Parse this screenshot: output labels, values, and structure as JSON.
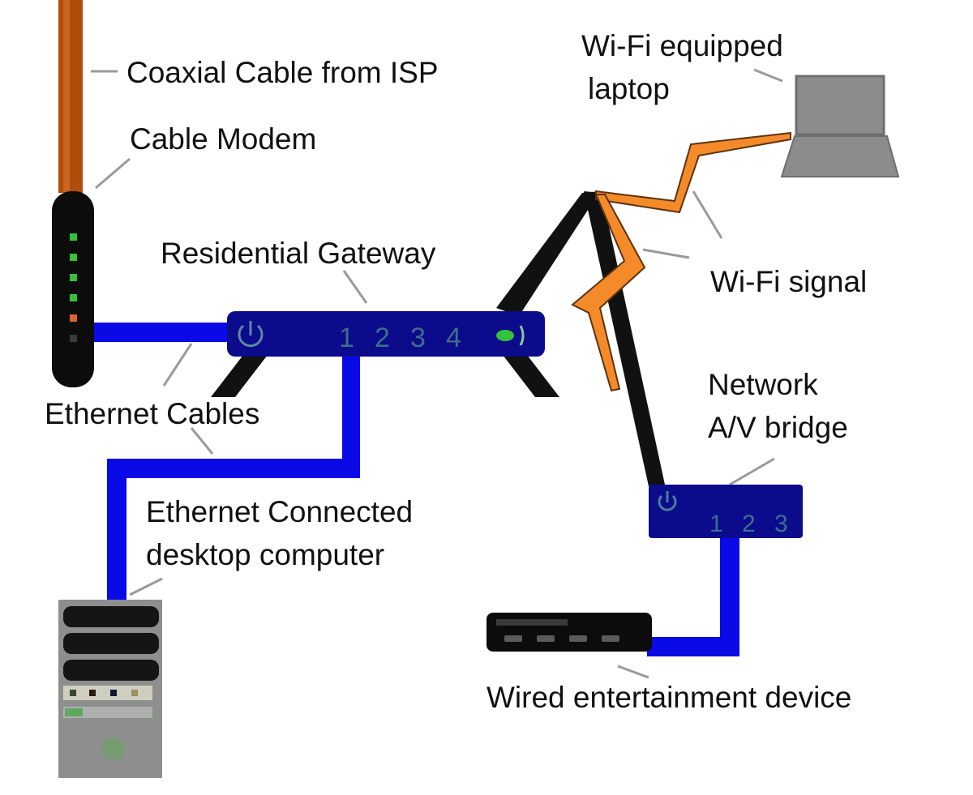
{
  "title": "Home network with cable modem, residential gateway and Wi-Fi",
  "colors": {
    "ethernet_cable": "#0a0ae6",
    "coax_cable": "#b04d0c",
    "wifi_signal": "#f58a2a",
    "gateway_body": "#0b0b8c",
    "device_black": "#0c0c0c",
    "led_green": "#35c23a",
    "led_orange": "#e0632a",
    "laptop_gray": "#8c8c8c",
    "tower_gray": "#8e8e8e",
    "leader_line": "#9a9a9a"
  },
  "labels": {
    "coax": "Coaxial Cable from ISP",
    "modem": "Cable Modem",
    "gateway": "Residential Gateway",
    "ethernet_cables": "Ethernet Cables",
    "desktop_line1": "Ethernet Connected",
    "desktop_line2": "desktop computer",
    "laptop_line1": "Wi-Fi equipped",
    "laptop_line2": "laptop",
    "wifi_signal": "Wi-Fi signal",
    "bridge_line1": "Network",
    "bridge_line2": "A/V bridge",
    "entertainment": "Wired entertainment device"
  },
  "gateway": {
    "power_icon": "power-icon",
    "ports": [
      "1",
      "2",
      "3",
      "4"
    ],
    "wireless_icon": "wireless-led-icon"
  },
  "bridge": {
    "power_icon": "power-icon",
    "ports": [
      "1",
      "2",
      "3"
    ]
  },
  "modem": {
    "leds": [
      "green",
      "green",
      "green",
      "green",
      "orange",
      "off"
    ]
  }
}
